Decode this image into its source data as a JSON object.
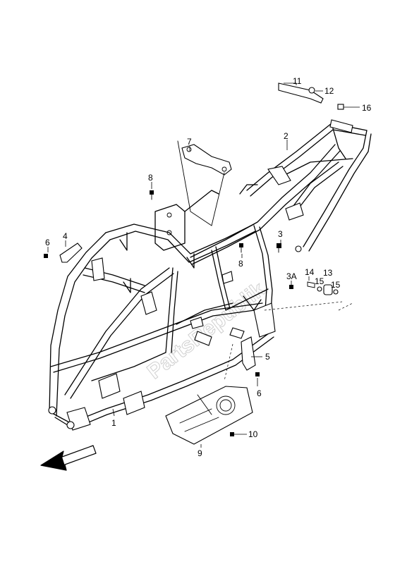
{
  "watermark": "PartsRepublik",
  "callouts": {
    "c1": "1",
    "c2": "2",
    "c3": "3",
    "c3a": "3A",
    "c4": "4",
    "c5": "5",
    "c6a": "6",
    "c6b": "6",
    "c7": "7",
    "c8a": "8",
    "c8b": "8",
    "c9": "9",
    "c10": "10",
    "c11": "11",
    "c12": "12",
    "c13": "13",
    "c14": "14",
    "c15a": "15",
    "c15b": "15",
    "c16": "16"
  },
  "icons": {
    "front_arrow": "front-direction-arrow-icon"
  }
}
